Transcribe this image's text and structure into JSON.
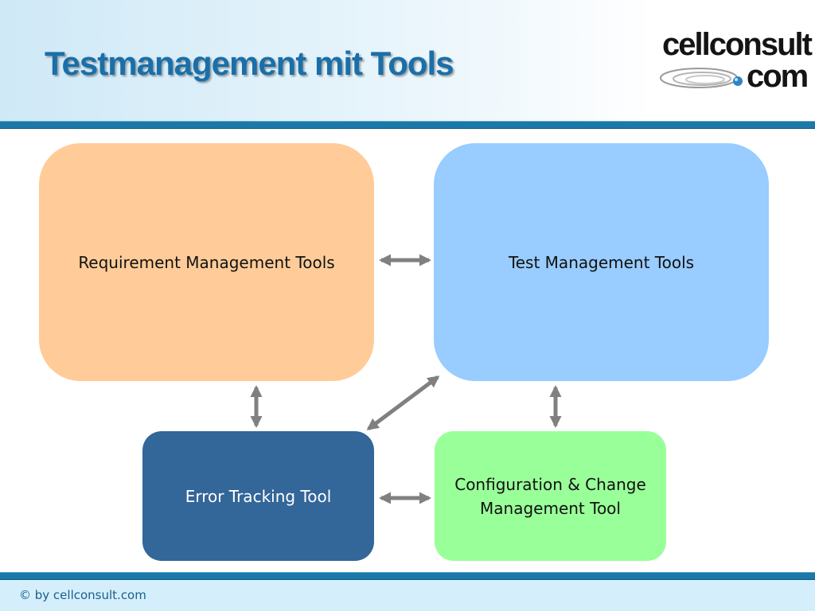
{
  "slide": {
    "title": "Testmanagement mit Tools",
    "logo": {
      "word": "cellconsult",
      "tld": "com"
    },
    "footer": "© by cellconsult.com"
  },
  "diagram": {
    "boxes": {
      "requirement": {
        "label": "Requirement Management Tools",
        "color": "#ffcc99"
      },
      "test": {
        "label": "Test Management Tools",
        "color": "#99ccff"
      },
      "error": {
        "label": "Error Tracking Tool",
        "color": "#336699"
      },
      "config": {
        "lines": [
          "Configuration & Change",
          "Management Tool"
        ],
        "color": "#99ff99"
      }
    },
    "connectors": [
      {
        "from": "requirement",
        "to": "test",
        "type": "bidirectional"
      },
      {
        "from": "requirement",
        "to": "error",
        "type": "bidirectional"
      },
      {
        "from": "test",
        "to": "config",
        "type": "bidirectional"
      },
      {
        "from": "error",
        "to": "test",
        "type": "bidirectional"
      },
      {
        "from": "error",
        "to": "config",
        "type": "bidirectional"
      }
    ],
    "arrow_color": "#808080"
  }
}
